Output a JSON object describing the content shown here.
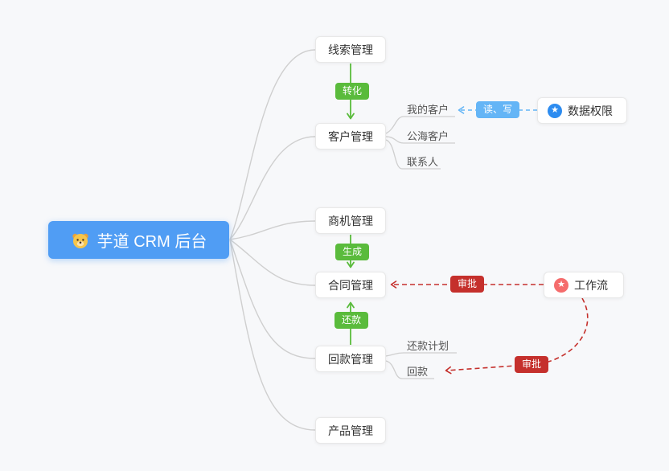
{
  "root": {
    "label": "芋道 CRM 后台",
    "icon": "dog-mascot-icon"
  },
  "branches": [
    {
      "id": "clue",
      "label": "线索管理"
    },
    {
      "id": "customer",
      "label": "客户管理"
    },
    {
      "id": "business",
      "label": "商机管理"
    },
    {
      "id": "contract",
      "label": "合同管理"
    },
    {
      "id": "receivable",
      "label": "回款管理"
    },
    {
      "id": "product",
      "label": "产品管理"
    }
  ],
  "customer_children": [
    {
      "label": "我的客户"
    },
    {
      "label": "公海客户"
    },
    {
      "label": "联系人"
    }
  ],
  "receivable_children": [
    {
      "label": "还款计划"
    },
    {
      "label": "回款"
    }
  ],
  "labels": {
    "convert": "转化",
    "generate": "生成",
    "repay": "还款",
    "read_write": "读、写",
    "approve_contract": "审批",
    "approve_receivable": "审批"
  },
  "right_nodes": [
    {
      "label": "数据权限",
      "icon": "star-icon",
      "icon_glyph": "★",
      "icon_color": "#2d8cf0"
    },
    {
      "label": "工作流",
      "icon": "star-icon",
      "icon_glyph": "★",
      "icon_color": "#f56c6c"
    }
  ],
  "colors": {
    "background": "#f7f8fa",
    "root_blue": "#509df4",
    "green": "#5abb3c",
    "light_blue": "#64b5f6",
    "red": "#c5302c",
    "blue_icon": "#2d8cf0",
    "pink_icon": "#f56c6c",
    "edge_gray": "#cfcfcf"
  }
}
